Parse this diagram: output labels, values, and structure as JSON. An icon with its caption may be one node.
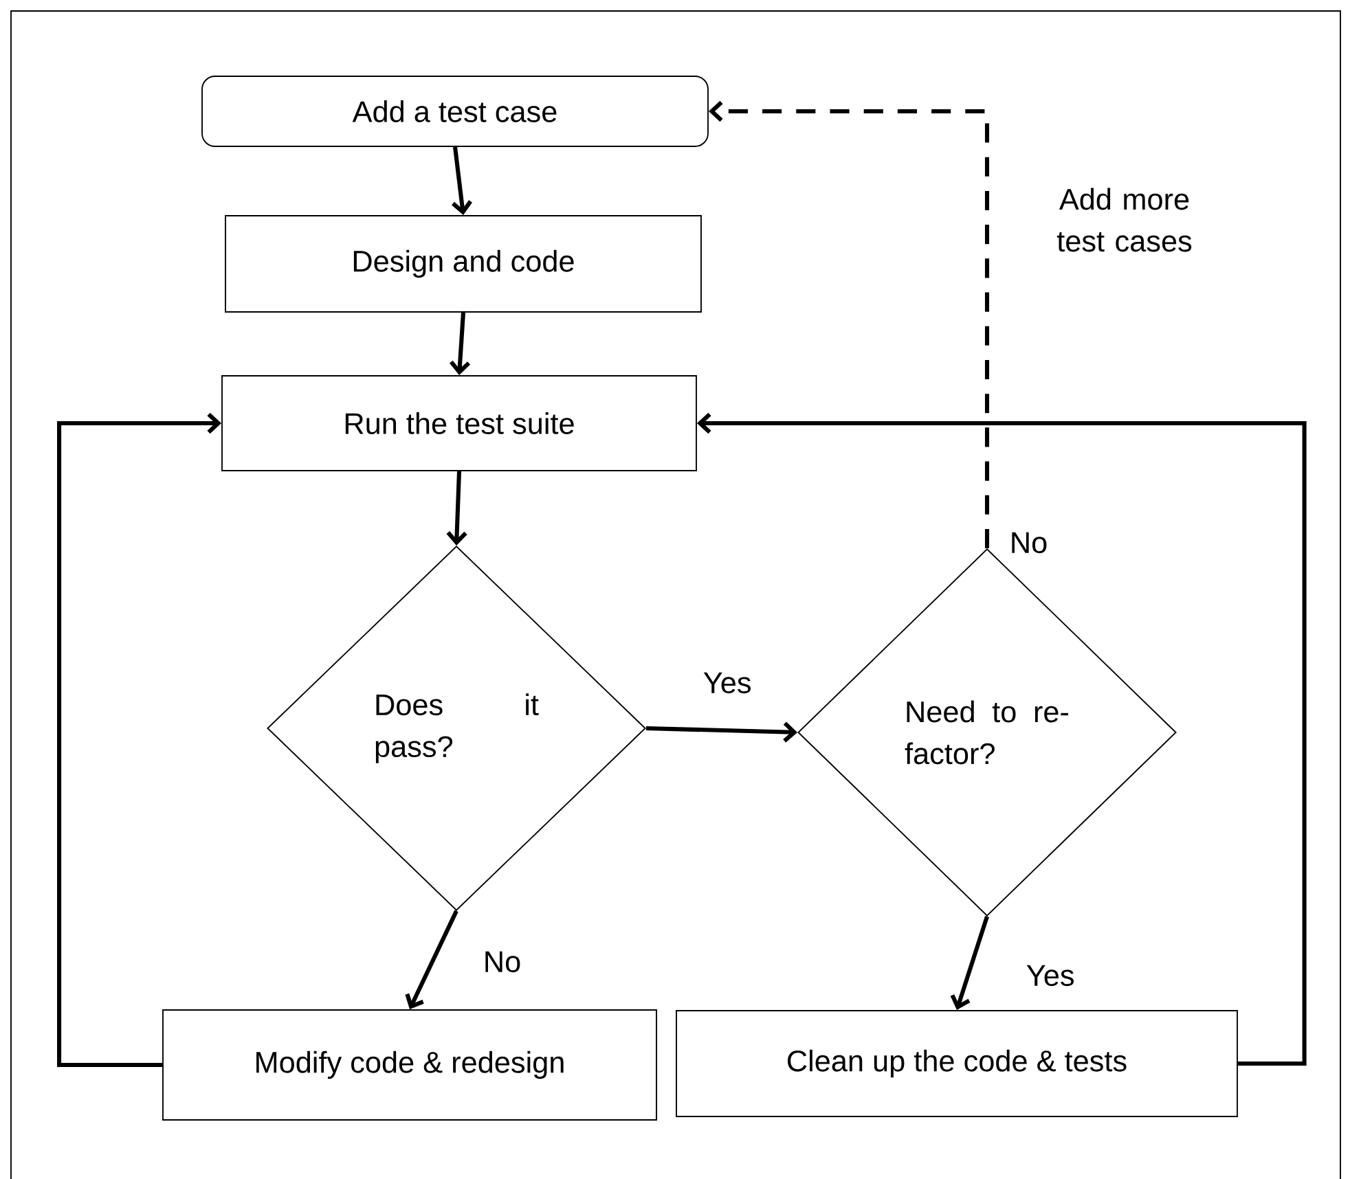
{
  "diagram": {
    "nodes": [
      {
        "text": [
          "Add a test case"
        ]
      },
      {
        "text": [
          "Design and code"
        ]
      },
      {
        "text": [
          "Run the test suite"
        ]
      },
      {
        "text": [
          "Does it pass?"
        ]
      },
      {
        "text": [
          "Need to re- factor?"
        ]
      },
      {
        "text": [
          "Modify code & redesign"
        ]
      },
      {
        "text": [
          "Clean up the code & tests"
        ]
      }
    ],
    "edges": [
      {
        "from": 0,
        "to": 1,
        "arrow": "to"
      },
      {
        "from": 1,
        "to": 2,
        "arrow": "to"
      },
      {
        "from": 2,
        "to": 3,
        "arrow": "to"
      },
      {
        "from": 3,
        "to": 4,
        "arrow": "to",
        "label": "Yes"
      },
      {
        "from": 4,
        "to": 0,
        "arrow": "to",
        "label": "No",
        "style": "dashed"
      },
      {
        "from": 3,
        "to": 5,
        "arrow": "to",
        "label": "No"
      },
      {
        "from": 4,
        "to": 6,
        "arrow": "to",
        "label": "Yes"
      },
      {
        "from": 5,
        "to": 2,
        "arrow": "to"
      },
      {
        "from": 6,
        "to": 2,
        "arrow": "to"
      }
    ],
    "labels": [
      "Add more test cases"
    ]
  }
}
